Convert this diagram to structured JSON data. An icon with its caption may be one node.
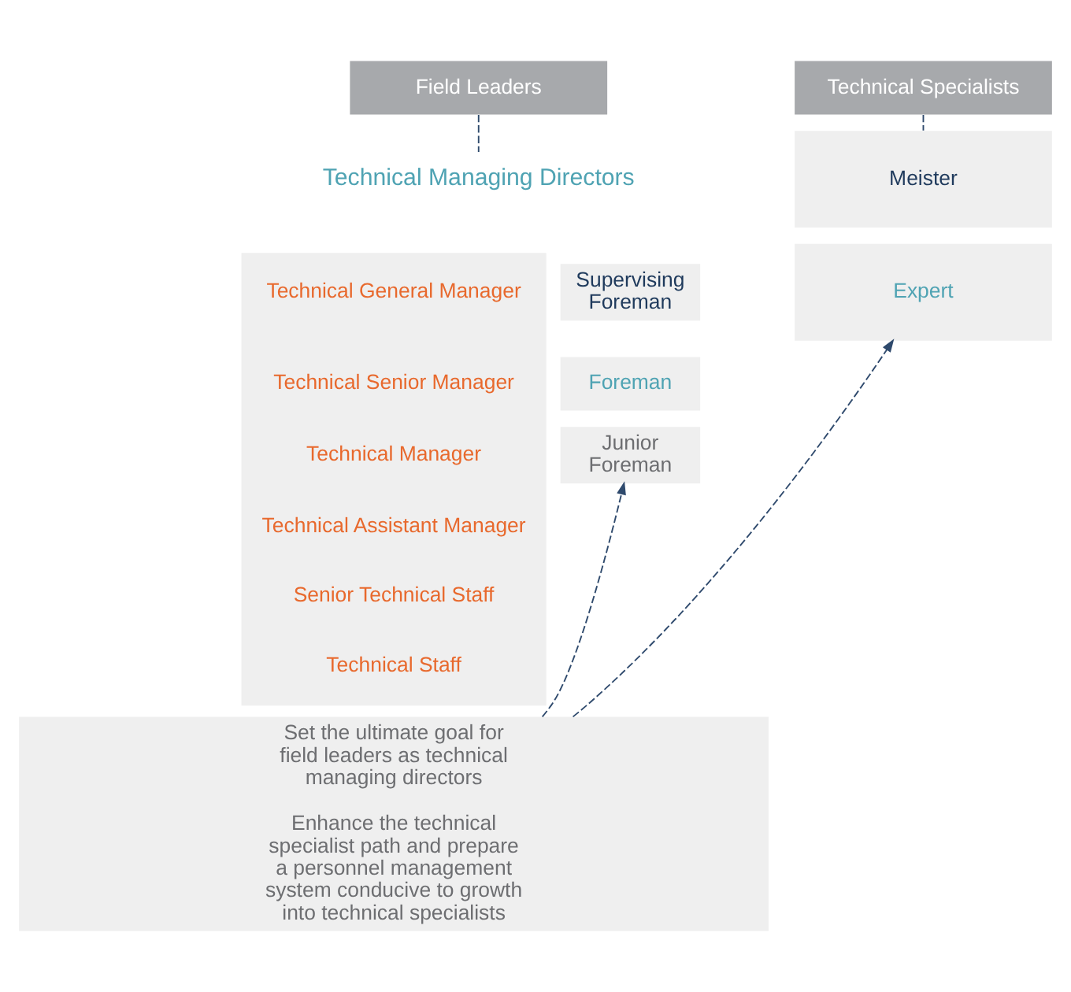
{
  "diagram": {
    "nodes": [
      {
        "text": [
          "Field Leaders"
        ]
      },
      {
        "text": [
          "Technical Specialists"
        ]
      },
      {
        "text": [
          "Technical Managing Directors"
        ]
      },
      {
        "text": [],
        "shape": "box"
      },
      {
        "text": [
          "Technical General Manager"
        ],
        "in": 3
      },
      {
        "text": [
          "Technical Senior Manager"
        ],
        "in": 3
      },
      {
        "text": [
          "Technical Manager"
        ],
        "in": 3
      },
      {
        "text": [
          "Technical Assistant Manager"
        ],
        "in": 3
      },
      {
        "text": [
          "Senior Technical Staff"
        ],
        "in": 3
      },
      {
        "text": [
          "Technical Staff"
        ],
        "in": 3
      },
      {
        "text": [
          "Supervising Foreman"
        ]
      },
      {
        "text": [
          "Foreman"
        ]
      },
      {
        "text": [
          "Junior Foreman"
        ]
      },
      {
        "text": [
          "Meister"
        ]
      },
      {
        "text": [
          "Expert"
        ]
      },
      {
        "text": [
          "Set the ultimate goal for field leaders as technical managing directors",
          "Enhance the technical specialist path and prepare a personnel management system conducive to growth into technical specialists"
        ]
      }
    ],
    "edges": [
      {
        "from": 0,
        "to": 2,
        "arrow": "none",
        "style": "dashed"
      },
      {
        "from": 1,
        "to": 13,
        "arrow": "none",
        "style": "dashed"
      },
      {
        "from": 15,
        "to": 12,
        "arrow": "to",
        "style": "dashed"
      },
      {
        "from": 15,
        "to": 14,
        "arrow": "to",
        "style": "dashed"
      }
    ]
  }
}
